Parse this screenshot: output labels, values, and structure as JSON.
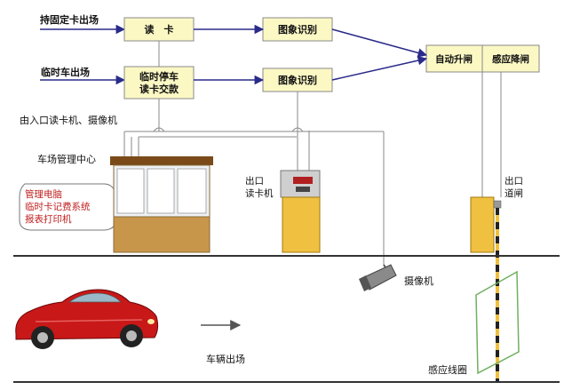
{
  "diagram": {
    "inputs": {
      "fixed_card_exit": "持固定卡出场",
      "temp_car_exit": "临时车出场",
      "entrance_reader": "由入口读卡机、摄像机",
      "management_center": "车场管理中心"
    },
    "boxes": {
      "read_card": "读　卡",
      "temp_parking_l1": "临时停车",
      "temp_parking_l2": "读卡交款",
      "image_recog_1": "图象识别",
      "image_recog_2": "图象识别",
      "auto_gate": "自动升闸",
      "sensor_drop": "感应降闸"
    },
    "bubble": {
      "line1": "管理电脑",
      "line2": "临时卡记费系统",
      "line3": "报表打印机"
    },
    "devices": {
      "exit_reader_l1": "出口",
      "exit_reader_l2": "读卡机",
      "exit_gate_l1": "出口",
      "exit_gate_l2": "道闸",
      "camera": "摄像机",
      "vehicle_exit": "车辆出场",
      "loop_sensor": "感应线圈"
    },
    "colors": {
      "box_fill": "#fbf8c4",
      "box_border": "#8a8a8a",
      "arrow": "#2a2a8a",
      "booth": "#c8964b",
      "device": "#f0c040",
      "red_text": "#c02020",
      "car": "#c81818"
    }
  }
}
